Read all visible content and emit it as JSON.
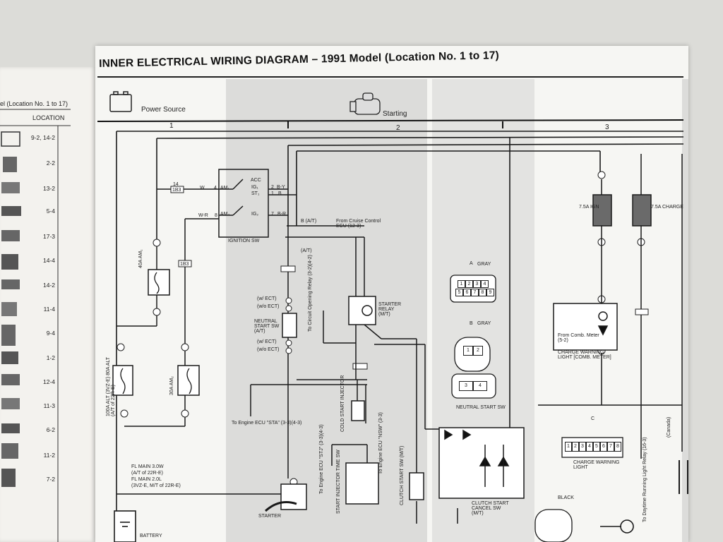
{
  "header": {
    "title": "INNER ELECTRICAL WIRING DIAGRAM – 1991 Model (Location No. 1 to 17)",
    "left_page_title": "el (Location No. 1 to 17)",
    "location_header": "LOCATION"
  },
  "sections": {
    "power_source": "Power Source",
    "starting": "Starting",
    "col1": "1",
    "col2": "2",
    "col3": "3"
  },
  "locations": [
    "9-2, 14-2",
    "2-2",
    "13-2",
    "5-4",
    "17-3",
    "14-4",
    "14-2",
    "11-4",
    "9-4",
    "1-2",
    "12-4",
    "11-3",
    "6-2",
    "11-2",
    "7-2"
  ],
  "ignition_sw": {
    "label": "IGNITION SW",
    "acc": "ACC",
    "ig1": "IG₁",
    "st1": "ST₁",
    "ig2": "IG₂",
    "am1": "AM₁",
    "am2": "AM₂",
    "p2": "2",
    "p1": "1",
    "p4": "4",
    "p7": "7",
    "p8": "8",
    "p14": "14",
    "by": "B-Y",
    "b": "B",
    "br": "B-R",
    "wr": "W-R",
    "w": "W",
    "conn1": "1B3",
    "conn2": "1B3"
  },
  "fuses": {
    "am1": "40A AM₁",
    "am2": "30A AM₂",
    "fl_alt": "100A ALT (3VZ-E) 80A ALT (A/T of 22R-E)",
    "ign": "7.5A IGN",
    "charge": "7.5A CHARGE"
  },
  "fl_main": {
    "line1": "FL MAIN 3.0W",
    "line2": "(A/T of 22R-E)",
    "line3": "FL MAIN 2.0L",
    "line4": "(3VZ-E, M/T of 22R-E)"
  },
  "components": {
    "battery": "BATTERY",
    "starter": "STARTER",
    "neutral_start_sw": "NEUTRAL START SW (A/T)",
    "starter_relay": "STARTER RELAY (M/T)",
    "cold_start": "COLD START INJECTOR",
    "start_injector": "START INJECTOR TIME SW",
    "clutch_start": "CLUTCH START SW (M/T)",
    "clutch_cancel": "CLUTCH START CANCEL SW (M/T)",
    "charge_light": "CHARGE WARNING LIGHT [COMB. METER]",
    "charge_light2": "CHARGE WARNING LIGHT",
    "neutral_start_conn": "NEUTRAL START SW"
  },
  "notes": {
    "cruise": "From Cruise Control ECU (12-3)",
    "circuit_opening": "To Circuit Opening Relay (3-2)(4-2)",
    "engine_ecu_sta": "To Engine ECU \"STA\" (3-3)(4-3)",
    "engine_ecu_sti": "To Engine ECU \"STJ\" (3-3)(4-3)",
    "engine_ecu_nsw": "To Engine ECU \"NSW\" (3-3)",
    "from_comb": "From Comb. Meter (5-2)",
    "daytime": "To Daytime Running Light Relay (16-3)",
    "w_ect": "(w/ ECT)",
    "wo_ect": "(w/o ECT)",
    "at": "(A/T)",
    "b_at": "B (A/T)",
    "gray": "GRAY",
    "black": "BLACK",
    "canada": "(Canada)"
  },
  "connectors": {
    "a_pins": [
      "1",
      "2",
      "3",
      "4",
      "5",
      "6",
      "7",
      "8",
      "9"
    ],
    "b_pins": [
      "1",
      "2",
      "3",
      "4"
    ],
    "c_pins": [
      "1",
      "2",
      "3",
      "4",
      "5",
      "6",
      "7",
      "8"
    ],
    "letter_a": "A",
    "letter_b": "B",
    "letter_c": "C"
  },
  "colors": {
    "page": "#f6f6f3",
    "ink": "#1a1a1a",
    "shade": "#dcdcda",
    "fuse_fill": "#6a6a6a"
  }
}
